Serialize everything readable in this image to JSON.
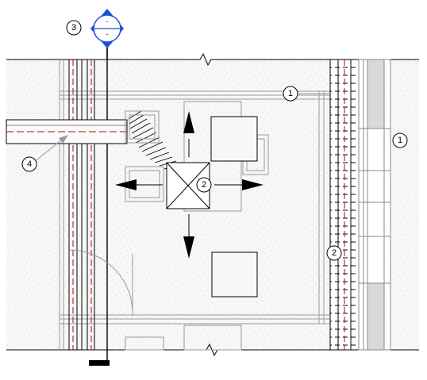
{
  "drawing": {
    "section_marker": {
      "label": "3",
      "top_text": "-",
      "bottom_text": "-",
      "color": "#1f4fd8"
    },
    "callouts": [
      {
        "id": "c1a",
        "label": "1"
      },
      {
        "id": "c1b",
        "label": "1"
      },
      {
        "id": "c2a",
        "label": "2"
      },
      {
        "id": "c2b",
        "label": "2"
      },
      {
        "id": "c4",
        "label": "4"
      }
    ],
    "colors": {
      "wall_fill": "#f4f4f4",
      "line": "#000000",
      "gray_line": "#9a9a9a",
      "red_dash": "#c00000",
      "blue": "#1f4fd8"
    },
    "icons": [
      "arrow-up-icon",
      "arrow-down-icon",
      "arrow-left-icon",
      "arrow-right-icon",
      "break-line-icon"
    ]
  }
}
